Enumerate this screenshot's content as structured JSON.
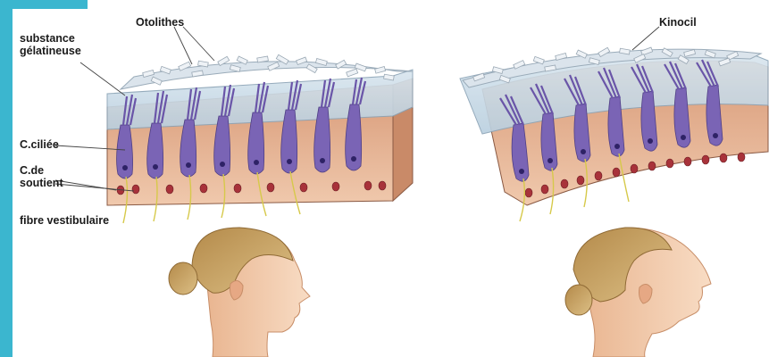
{
  "labels": {
    "otolithes": "Otolithes",
    "kinocil": "Kinocil",
    "substance_line1": "substance",
    "substance_line2": "gélatineuse",
    "cciliee": "C.ciliée",
    "cde_line1": "C.de",
    "cde_line2": "soutient",
    "fibre": "fibre vestibulaire"
  },
  "colors": {
    "frame": "#3bb6cf",
    "otolith": "#e7edf2",
    "gel": "#c6d9e6",
    "tissue": "#e8b89a",
    "hair_cell": "#7a64b5",
    "support_nucleus": "#a8323a",
    "skin": "#f2c9a8",
    "hair": "#c9a25f"
  }
}
